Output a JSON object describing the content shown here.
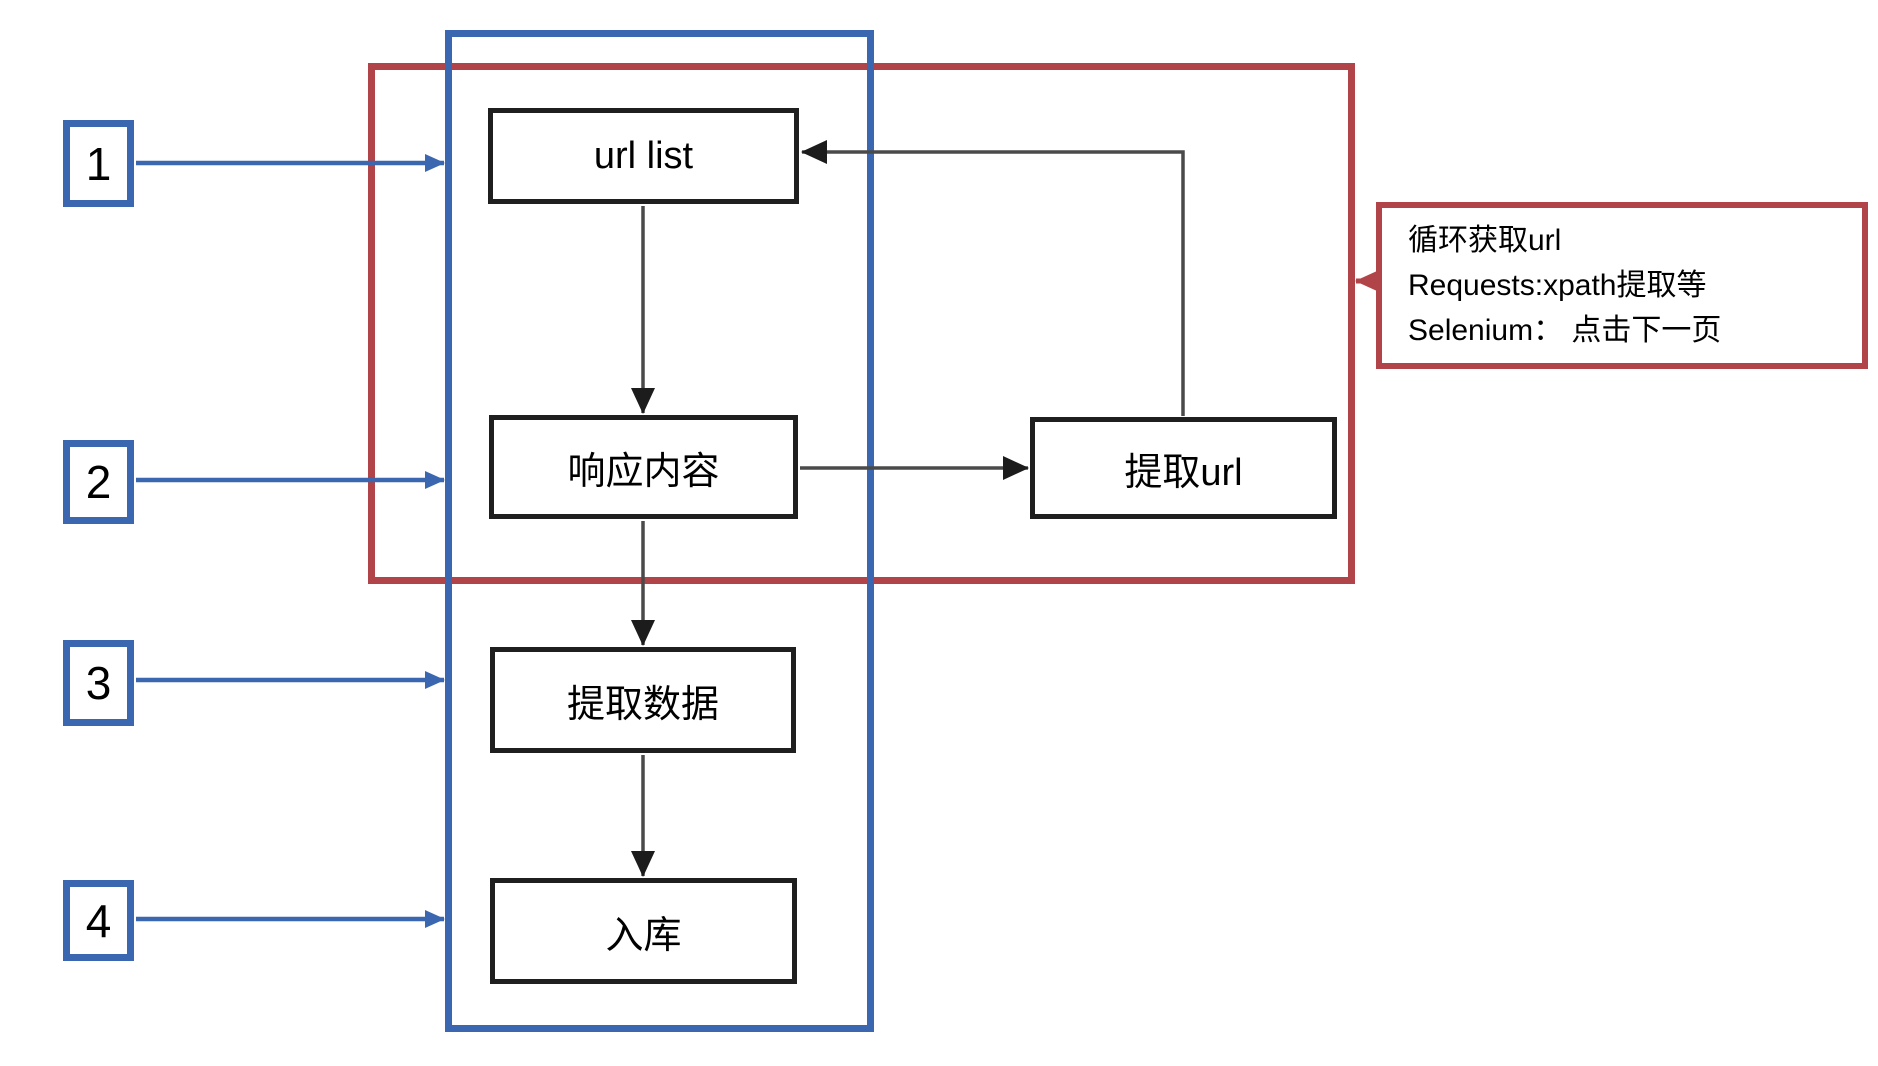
{
  "colors": {
    "blue": "#3b66b0",
    "red": "#b04448",
    "node_border": "#1f1f1f",
    "connector_gray": "#4a4a4a"
  },
  "flow_boxes": [
    {
      "id": "url-list",
      "label": "url list"
    },
    {
      "id": "response-content",
      "label": "响应内容"
    },
    {
      "id": "extract-data",
      "label": "提取数据"
    },
    {
      "id": "store-to-db",
      "label": "入库"
    },
    {
      "id": "extract-url",
      "label": "提取url"
    }
  ],
  "step_markers": [
    {
      "label": "1",
      "points_to": "url-list"
    },
    {
      "label": "2",
      "points_to": "response-content"
    },
    {
      "label": "3",
      "points_to": "extract-data"
    },
    {
      "label": "4",
      "points_to": "store-to-db"
    }
  ],
  "annotation": {
    "lines": [
      "循环获取url",
      "Requests:xpath提取等",
      "Selenium： 点击下一页"
    ]
  }
}
